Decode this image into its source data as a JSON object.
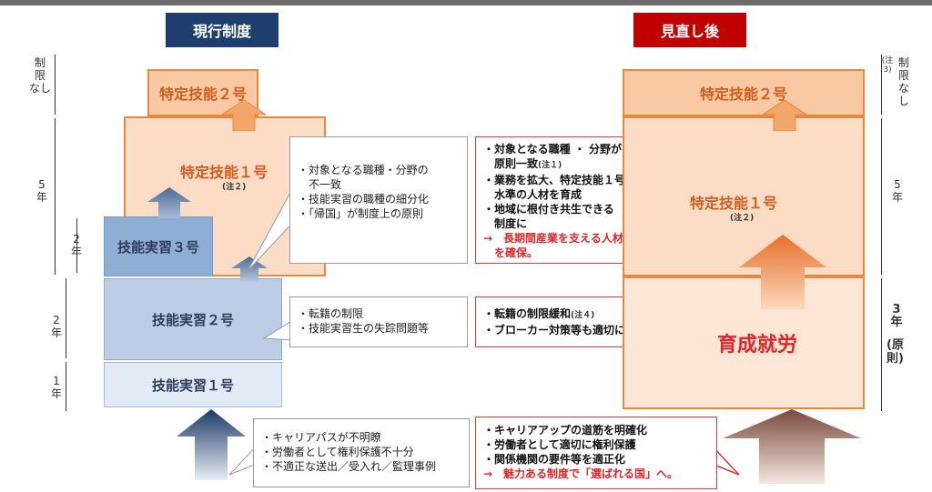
{
  "headers": {
    "current": "現行制度",
    "revised": "見直し後",
    "current_color": "#1e3e6e",
    "revised_color": "#c00000"
  },
  "left_ruler": {
    "unlimited": "制\n限\nなし",
    "five_years": "5\n年",
    "two_years_a": "2\n年",
    "two_years_b": "2\n年",
    "one_year": "1\n年"
  },
  "right_ruler": {
    "note": "(注3)",
    "unlimited": "制\n限\nなし",
    "five_years": "5\n年",
    "three_years": "3\n年",
    "principle": "(原則)"
  },
  "current": {
    "tokutei2": "特定技能２号",
    "tokutei1": "特定技能１号",
    "tokutei1_note": "(注２)",
    "ginou3": "技能実習３号",
    "ginou2": "技能実習２号",
    "ginou1": "技能実習１号"
  },
  "revised": {
    "tokutei2": "特定技能２号",
    "tokutei1": "特定技能１号",
    "tokutei1_note": "(注２)",
    "ikusei": "育成就労"
  },
  "callouts": {
    "top": [
      "・対象となる職種・分野の",
      "　不一致",
      "・技能実習の職種の細分化",
      "・「帰国」が制度上の原則"
    ],
    "middle": [
      "・転籍の制限",
      "・技能実習生の失踪問題等"
    ],
    "bottom": [
      "・キャリアパスが不明瞭",
      "・労働者として権利保護不十分",
      "・不適正な送出／受入れ／監理事例"
    ]
  },
  "red_boxes": {
    "top_items": [
      "・対象となる職種 ・ 分野が",
      "　原則一致",
      "・業務を拡大、特定技能１号",
      "　水準の人材を育成",
      "・地域に根付き共生できる",
      "　制度に"
    ],
    "top_note": "(注１)",
    "top_conclusion": "→　長期間産業を支える人材",
    "top_conclusion2": "　を確保。",
    "middle_items": [
      "・転籍の制限緩和",
      "・ブローカー対策等も適切に"
    ],
    "middle_note": "(注４)",
    "bottom_items": [
      "・キャリアアップの道筋を明確化",
      "・労働者として適切に権利保護",
      "・関係機関の要件等を適正化"
    ],
    "bottom_conclusion": "→　魅力ある制度で「選ばれる国」へ。"
  }
}
